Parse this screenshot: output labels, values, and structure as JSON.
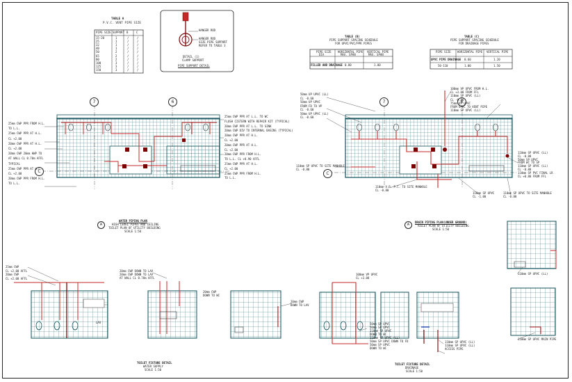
{
  "title_block": {
    "line1": "TABLE A",
    "line2": "P.V.C. VENT PIPE SIZE"
  },
  "hanger_detail": {
    "hanger_rod": "HANGER ROD",
    "note1": "HANGER ROD",
    "note2": "SIZE PIPE SUPPORT",
    "note3": "REFER TO TABLE 3",
    "detail_no": "DETAIL (1)",
    "detail_name": "CLAMP SUPPORT",
    "caption": "PIPE SUPPORT DETAIL"
  },
  "table_b": {
    "l1": "TABLE (B)",
    "l2": "PIPE SUPPORT SPACING SCHEDULE",
    "l3": "FOR UPVC/PVC/PPR PIPES",
    "r1": "PIPE SIZE",
    "r2": "HORIZONTAL PIPE",
    "r3": "VERTICAL PIPE",
    "r4": "DIA",
    "r5": "MAX. SPAN",
    "r6": "MAX. SPAN",
    "v1": "FILLED AND DRAINAGE",
    "v2": "0.80",
    "v3": "1.00"
  },
  "table_c": {
    "l1": "TABLE (C)",
    "l2": "PIPE SUPPORT SPACING SCHEDULE",
    "l3": "FOR DRAINAGE PIPES",
    "r1": "PIPE SIZE",
    "r2": "HORIZONTAL PIPE",
    "r3": "VERTICAL PIPE",
    "v1": "UPVC PIPE DRAINAGE",
    "v2": "0.60",
    "v3": "1.20",
    "v4": "50-110",
    "v5": "1.00",
    "v6": "1.50"
  },
  "grid_markers": {
    "seven": "7",
    "six": "6",
    "c": "C",
    "a": "A"
  },
  "plan_water": {
    "title": "WATER PIPING PLAN",
    "sub1": "HIGH LEVEL PIPES AND CEILING",
    "sub2": "TOILET PLAN OF UTILITY BUILDING",
    "scale": "SCALE 1:50",
    "left_notes": [
      "25mm CWP PPR FROM H.L.",
      "TO L.L.",
      "25mm CWP PPR AT H.L.",
      "CL +2.00",
      "20mm CWP PPR AT H.L.",
      "CL +2.00",
      "20mm CWP 20mm HWP TO",
      "AT WALL CL 0.70m AFFL",
      "TYPICAL",
      "25mm CWP PPR AT H.L.",
      "CL +2.00",
      "20mm CWP PPR FROM H.L.",
      "TO L.L."
    ],
    "right_notes": [
      "25mm CWP PPR AT L.L. TO WC",
      "FLUSH CISTERN WITH REPAIR KIT (TYPICAL)",
      "20mm CWP PPR AT L.L. TO SINK",
      "20mm CWP DIV TO INTERNAL BASINS (TYPICAL)",
      "20mm CWP PPR AT H.L.",
      "CL +2.00",
      "20mm CWP PPR AT H.L.",
      "CL +2.00",
      "20mm CWP PPR FROM H.L.",
      "TO L.L. CL +0.90 AFFL",
      "25mm CWP PPR AT H.L.",
      "CL +2.00",
      "25mm CWP PPR FROM H.L.",
      "TO L.L."
    ]
  },
  "plan_drain": {
    "title": "DRAIN PIPING PLAN(UNDER GROUND)",
    "sub": "TOILET PLAN OF UTILITY BUILDING",
    "scale": "SCALE 1:50",
    "left_notes": [
      "50mm UP UPVC (LL)",
      "CL -0.60",
      "50mm UP UPVC",
      "FROM FD TO VP",
      "CL -0.60",
      "50mm UP UPVC (LL)",
      "CL -0.60"
    ],
    "top_notes": [
      "100mm VP UPVC FROM H.L.",
      "CL +3.00 FROM FFL",
      "110mm SP UPVC (LL)",
      "CL -0.80",
      "75mm VP UPVC",
      "FROM UPVC TO VENT PIPE",
      "110mm SP UPVC (LL)"
    ],
    "right_notes": [
      "110mm SP UPVC (LL)",
      "CL -0.80",
      "50mm SP UPVC",
      "FROM WC TO SP",
      "110mm SP UPVC (LL)",
      "CL -0.80",
      "110mm SP PVC FINAL LR",
      "CL +0.80 FROM FFL"
    ],
    "bottom_notes": [
      "110mm SP UPVC TO SITE MANHOLE",
      "CL -0.80",
      "110mm V.P. P.C. TO SITE MANHOLE",
      "CL -0.80",
      "110mm SP UPVC",
      "CL -1.00",
      "110mm SP UPVC TO SITE MANHOLE",
      "CL -0.80"
    ]
  },
  "detail_water": {
    "title": "TOILET FIXTURE DETAIL",
    "sub": "WATER SUPPLY",
    "scale": "SCALE 1:50",
    "notes_left": [
      "25mm CWP",
      "CL +2.00 AFFL",
      "20mm CWP",
      "CL +2.00 AFFL"
    ],
    "notes_mid": [
      "20mm CWP DOWN TO LAV",
      "20mm CWP DOWN TO LAV",
      "AT WALL CL 0.70m AFFL"
    ],
    "notes_right": [
      "20mm CWP",
      "DOWN TO WC",
      "20mm CWP",
      "DOWN TO LAV"
    ],
    "lav_label": "LAV"
  },
  "detail_drain": {
    "title": "TOILET FIXTURE DETAIL",
    "sub": "DRAINAGE",
    "scale": "SCALE 1:50",
    "notes_vp": [
      "100mm VP UPVC",
      "CL +3.00"
    ],
    "notes_bottom": [
      "50mm SP UPVC",
      "50mm SP UPVC",
      "110mm SP UPVC",
      "DOWN TO WC",
      "110mm SP UPVC (LL)",
      "50mm SP UPVC DOWN TO FD",
      "50mm SP UPVC",
      "DOWN TO WC"
    ],
    "notes_right": [
      "110mm SP UPVC (LL)",
      "110mm SP UPVC (LL)",
      "ACCESS PIPE",
      "110mm SP UPVC (LL)",
      "110mm SP UPVC MAIN PIPE"
    ]
  },
  "small_table": {
    "headers": [
      "PIPE SIZE",
      "SUPPORT",
      "B",
      "C"
    ],
    "rows": [
      [
        "15-20",
        "1",
        "/",
        "/"
      ],
      [
        "25",
        "1",
        "/",
        "/"
      ],
      [
        "32",
        "1",
        "/",
        "/"
      ],
      [
        "40",
        "1",
        "/",
        "/"
      ],
      [
        "50",
        "2",
        "/",
        "/"
      ],
      [
        "65",
        "2",
        "/",
        "/"
      ],
      [
        "80",
        "2",
        "/",
        "/"
      ],
      [
        "100",
        "3",
        "/",
        "/"
      ],
      [
        "125",
        "3",
        "/",
        "/"
      ],
      [
        "150",
        "3",
        "/",
        "/"
      ]
    ]
  }
}
